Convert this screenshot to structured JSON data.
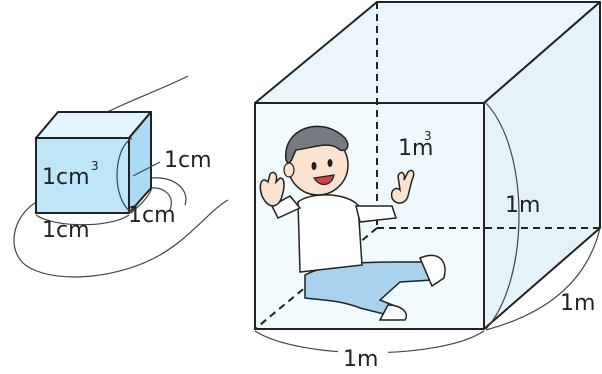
{
  "small_cube": {
    "volume_label": "1cm",
    "volume_exponent": "3",
    "edge_right": "1cm",
    "edge_front": "1cm",
    "edge_bottom": "1cm",
    "face_color": "#bfe6f8",
    "top_color": "#e2f4fc",
    "side_color": "#a9dcf4"
  },
  "large_cube": {
    "volume_label": "1m",
    "volume_exponent": "3",
    "edge_height": "1m",
    "edge_depth": "1m",
    "edge_width": "1m",
    "face_color": "#eaf6fc",
    "inner_color": "#dff1fa"
  },
  "person": {
    "description_icon": "child-sitting-waving-icon"
  }
}
